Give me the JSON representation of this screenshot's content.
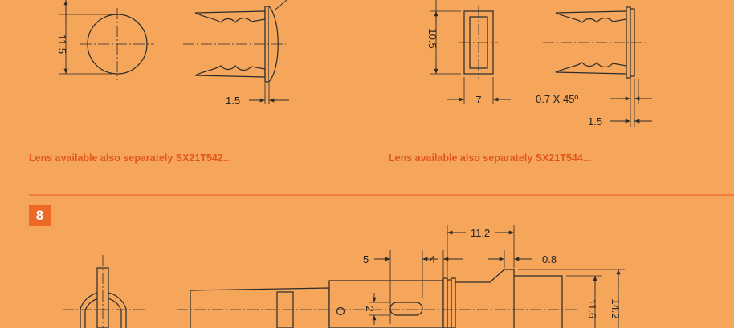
{
  "colors": {
    "background": "#f6a65a",
    "accent": "#e3571b",
    "badge": "#ed6a26",
    "line": "#2a2a2a"
  },
  "drawing_top_left": {
    "dims": {
      "diameter": "11.5",
      "thickness": "1.5"
    }
  },
  "drawing_top_right": {
    "dims": {
      "height": "10.5",
      "width": "7",
      "chamfer": "0.7 X 45º",
      "thickness": "1.5"
    }
  },
  "captions": {
    "left": "Lens available also separately SX21T542...",
    "right": "Lens available also separately SX21T544..."
  },
  "section": {
    "number": "8"
  },
  "drawing_bottom": {
    "dims": {
      "d1": "11.2",
      "d2": "5",
      "d3": "4",
      "d4": "0.8",
      "d5": "2",
      "d6": "11.6",
      "d7": "14.2"
    }
  }
}
